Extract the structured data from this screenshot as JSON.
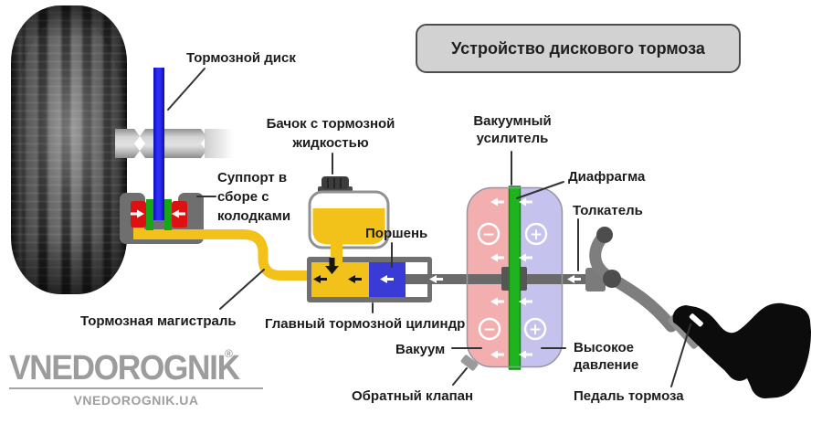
{
  "title": "Устройство дискового тормоза",
  "labels": {
    "brake_disc": "Тормозной диск",
    "reservoir": [
      "Бачок с тормозной",
      "жидкостью"
    ],
    "caliper": [
      "Суппорт в",
      "сборе с",
      "колодками"
    ],
    "brake_line": "Тормозная магистраль",
    "piston": "Поршень",
    "master_cylinder": "Главный тормозной цилиндр",
    "vacuum_booster": [
      "Вакуумный",
      "усилитель"
    ],
    "diaphragm": "Диафрагма",
    "pusher": "Толкатель",
    "vacuum": "Вакуум",
    "high_pressure": [
      "Высокое",
      "давление"
    ],
    "check_valve": "Обратный клапан",
    "brake_pedal": "Педаль тормоза"
  },
  "signs": {
    "minus": "−",
    "plus": "+"
  },
  "logo": {
    "name": "VNEDOROGNIK",
    "reg": "®",
    "site": "VNEDOROGNIK.UA"
  },
  "colors": {
    "brake_fluid_yellow": "#f2c21a",
    "disc_blue": "#2d2df2",
    "pad_green": "#17a617",
    "piston_red": "#dd1111",
    "booster_vacuum_pink": "#f3afaf",
    "booster_pressure_lavender": "#c5c2ed",
    "diaphragm_green": "#1fb41f",
    "metal_gray": "#707070",
    "title_box_bg": "#d2d2d2"
  }
}
